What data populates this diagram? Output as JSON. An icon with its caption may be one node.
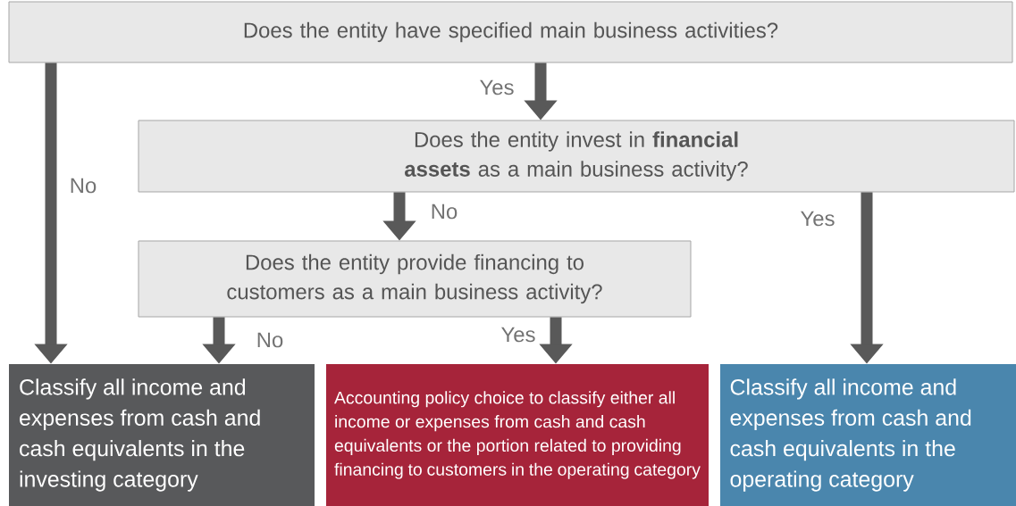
{
  "diagram": {
    "nodes": [
      {
        "text": [
          "Does the entity have specified main business activities?"
        ]
      },
      {
        "text": [
          "Does the entity invest in **financial assets** as a main business activity?"
        ]
      },
      {
        "text": [
          "Does the entity provide financing to customers as a main business activity?"
        ]
      },
      {
        "text": [
          "Classify all income and expenses from cash and cash equivalents in the investing category"
        ]
      },
      {
        "text": [
          "Accounting policy choice to classify either all income or expenses from cash and cash equivalents or the portion related to providing financing to customers in the operating category"
        ]
      },
      {
        "text": [
          "Classify all income and expenses from cash and cash equivalents in the operating category"
        ]
      }
    ],
    "edges": [
      {
        "from": 0,
        "to": 1,
        "arrow": "to",
        "label": "Yes"
      },
      {
        "from": 0,
        "to": 3,
        "arrow": "to",
        "label": "No"
      },
      {
        "from": 1,
        "to": 2,
        "arrow": "to",
        "label": "No"
      },
      {
        "from": 1,
        "to": 5,
        "arrow": "to",
        "label": "Yes"
      },
      {
        "from": 2,
        "to": 3,
        "arrow": "to",
        "label": "No"
      },
      {
        "from": 2,
        "to": 4,
        "arrow": "to",
        "label": "Yes"
      }
    ]
  }
}
